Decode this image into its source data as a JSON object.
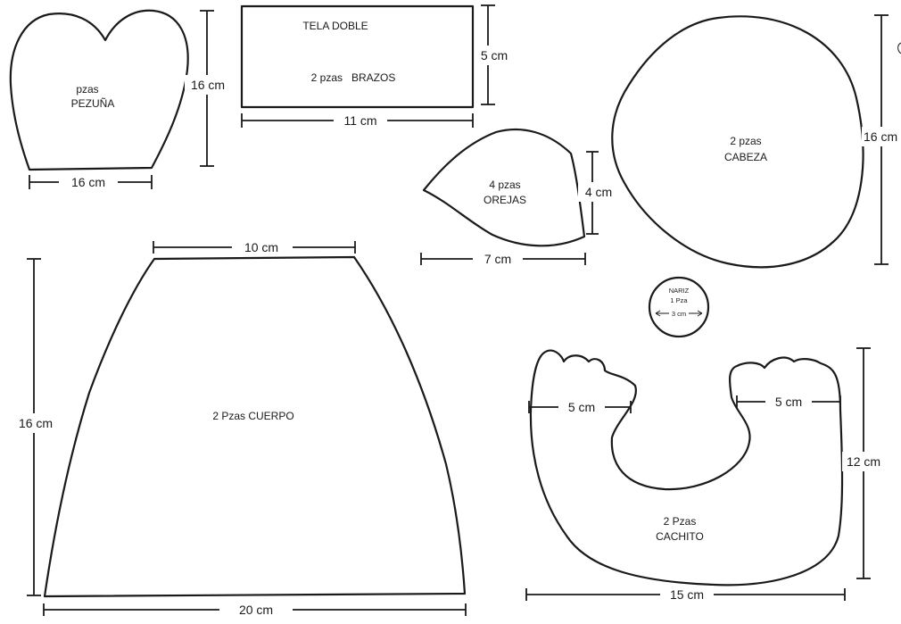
{
  "pieces": {
    "pezuna": {
      "qty": "pzas",
      "name": "PEZUÑA",
      "width": "16 cm",
      "height": "16 cm"
    },
    "brazos": {
      "note": "TELA DOBLE",
      "label": "2 pzas   BRAZOS",
      "width": "11 cm",
      "height": "5 cm"
    },
    "orejas": {
      "qty": "4 pzas",
      "name": "OREJAS",
      "width": "7 cm",
      "height": "4 cm"
    },
    "cabeza": {
      "qty": "2 pzas",
      "name": "CABEZA",
      "height": "16 cm"
    },
    "cuerpo": {
      "label": "2 Pzas CUERPO",
      "top": "10 cm",
      "bottom": "20 cm",
      "height": "16 cm"
    },
    "nariz": {
      "name": "NARIZ",
      "qty": "1 Pza",
      "diameter": "3 cm"
    },
    "cachito": {
      "qty": "2 Pzas",
      "name": "CACHITO",
      "left_gap": "5 cm",
      "right_gap": "5 cm",
      "height": "12 cm",
      "width": "15 cm"
    }
  }
}
